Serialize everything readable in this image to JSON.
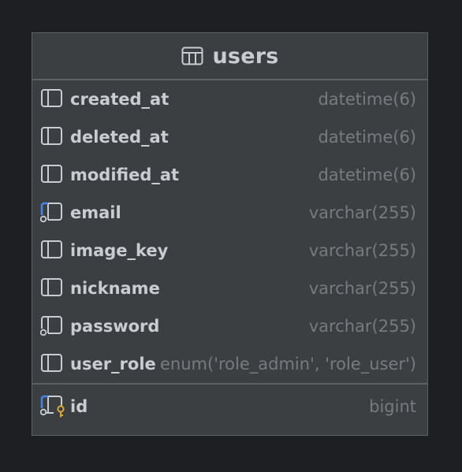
{
  "table": {
    "name": "users",
    "icon": "table-icon"
  },
  "columns": [
    {
      "name": "created_at",
      "type": "datetime(6)",
      "icon": "column-icon"
    },
    {
      "name": "deleted_at",
      "type": "datetime(6)",
      "icon": "column-icon"
    },
    {
      "name": "modified_at",
      "type": "datetime(6)",
      "icon": "column-icon"
    },
    {
      "name": "email",
      "type": "varchar(255)",
      "icon": "unique-index-column-icon"
    },
    {
      "name": "image_key",
      "type": "varchar(255)",
      "icon": "column-icon"
    },
    {
      "name": "nickname",
      "type": "varchar(255)",
      "icon": "column-icon"
    },
    {
      "name": "password",
      "type": "varchar(255)",
      "icon": "not-null-column-icon"
    },
    {
      "name": "user_role",
      "type": "enum('role_admin', 'role_user')",
      "icon": "column-icon"
    }
  ],
  "primary_key": {
    "name": "id",
    "type": "bigint",
    "icon": "primary-key-column-icon"
  },
  "colors": {
    "background": "#1e1f22",
    "card": "#3c3f41",
    "border": "#5e6163",
    "name_text": "#c9ccd1",
    "type_text": "#777a7e",
    "index_accent": "#4a86e8",
    "key_accent": "#d9a83a"
  }
}
